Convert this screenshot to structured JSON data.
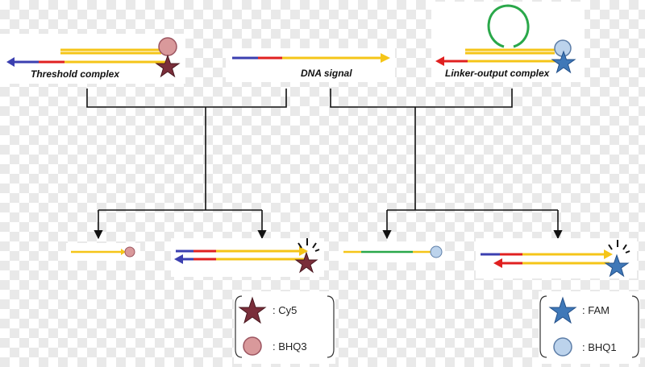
{
  "labels": {
    "threshold": "Threshold complex",
    "dna_signal": "DNA signal",
    "linker_output": "Linker-output complex"
  },
  "legend_left": {
    "items": [
      {
        "symbol": "star",
        "color": "#7a2e3a",
        "text": ": Cy5"
      },
      {
        "symbol": "circle",
        "color": "#d9999b",
        "text": ": BHQ3"
      }
    ]
  },
  "legend_right": {
    "items": [
      {
        "symbol": "star",
        "color": "#3f78b8",
        "text": ": FAM"
      },
      {
        "symbol": "circle",
        "color": "#bcd3ec",
        "text": ": BHQ1"
      }
    ]
  },
  "colors": {
    "yellow_strand": "#f5c518",
    "blue_strand": "#3b3fb0",
    "red_strand": "#e02020",
    "green_strand": "#2aa84a",
    "arrow": "#111111"
  }
}
